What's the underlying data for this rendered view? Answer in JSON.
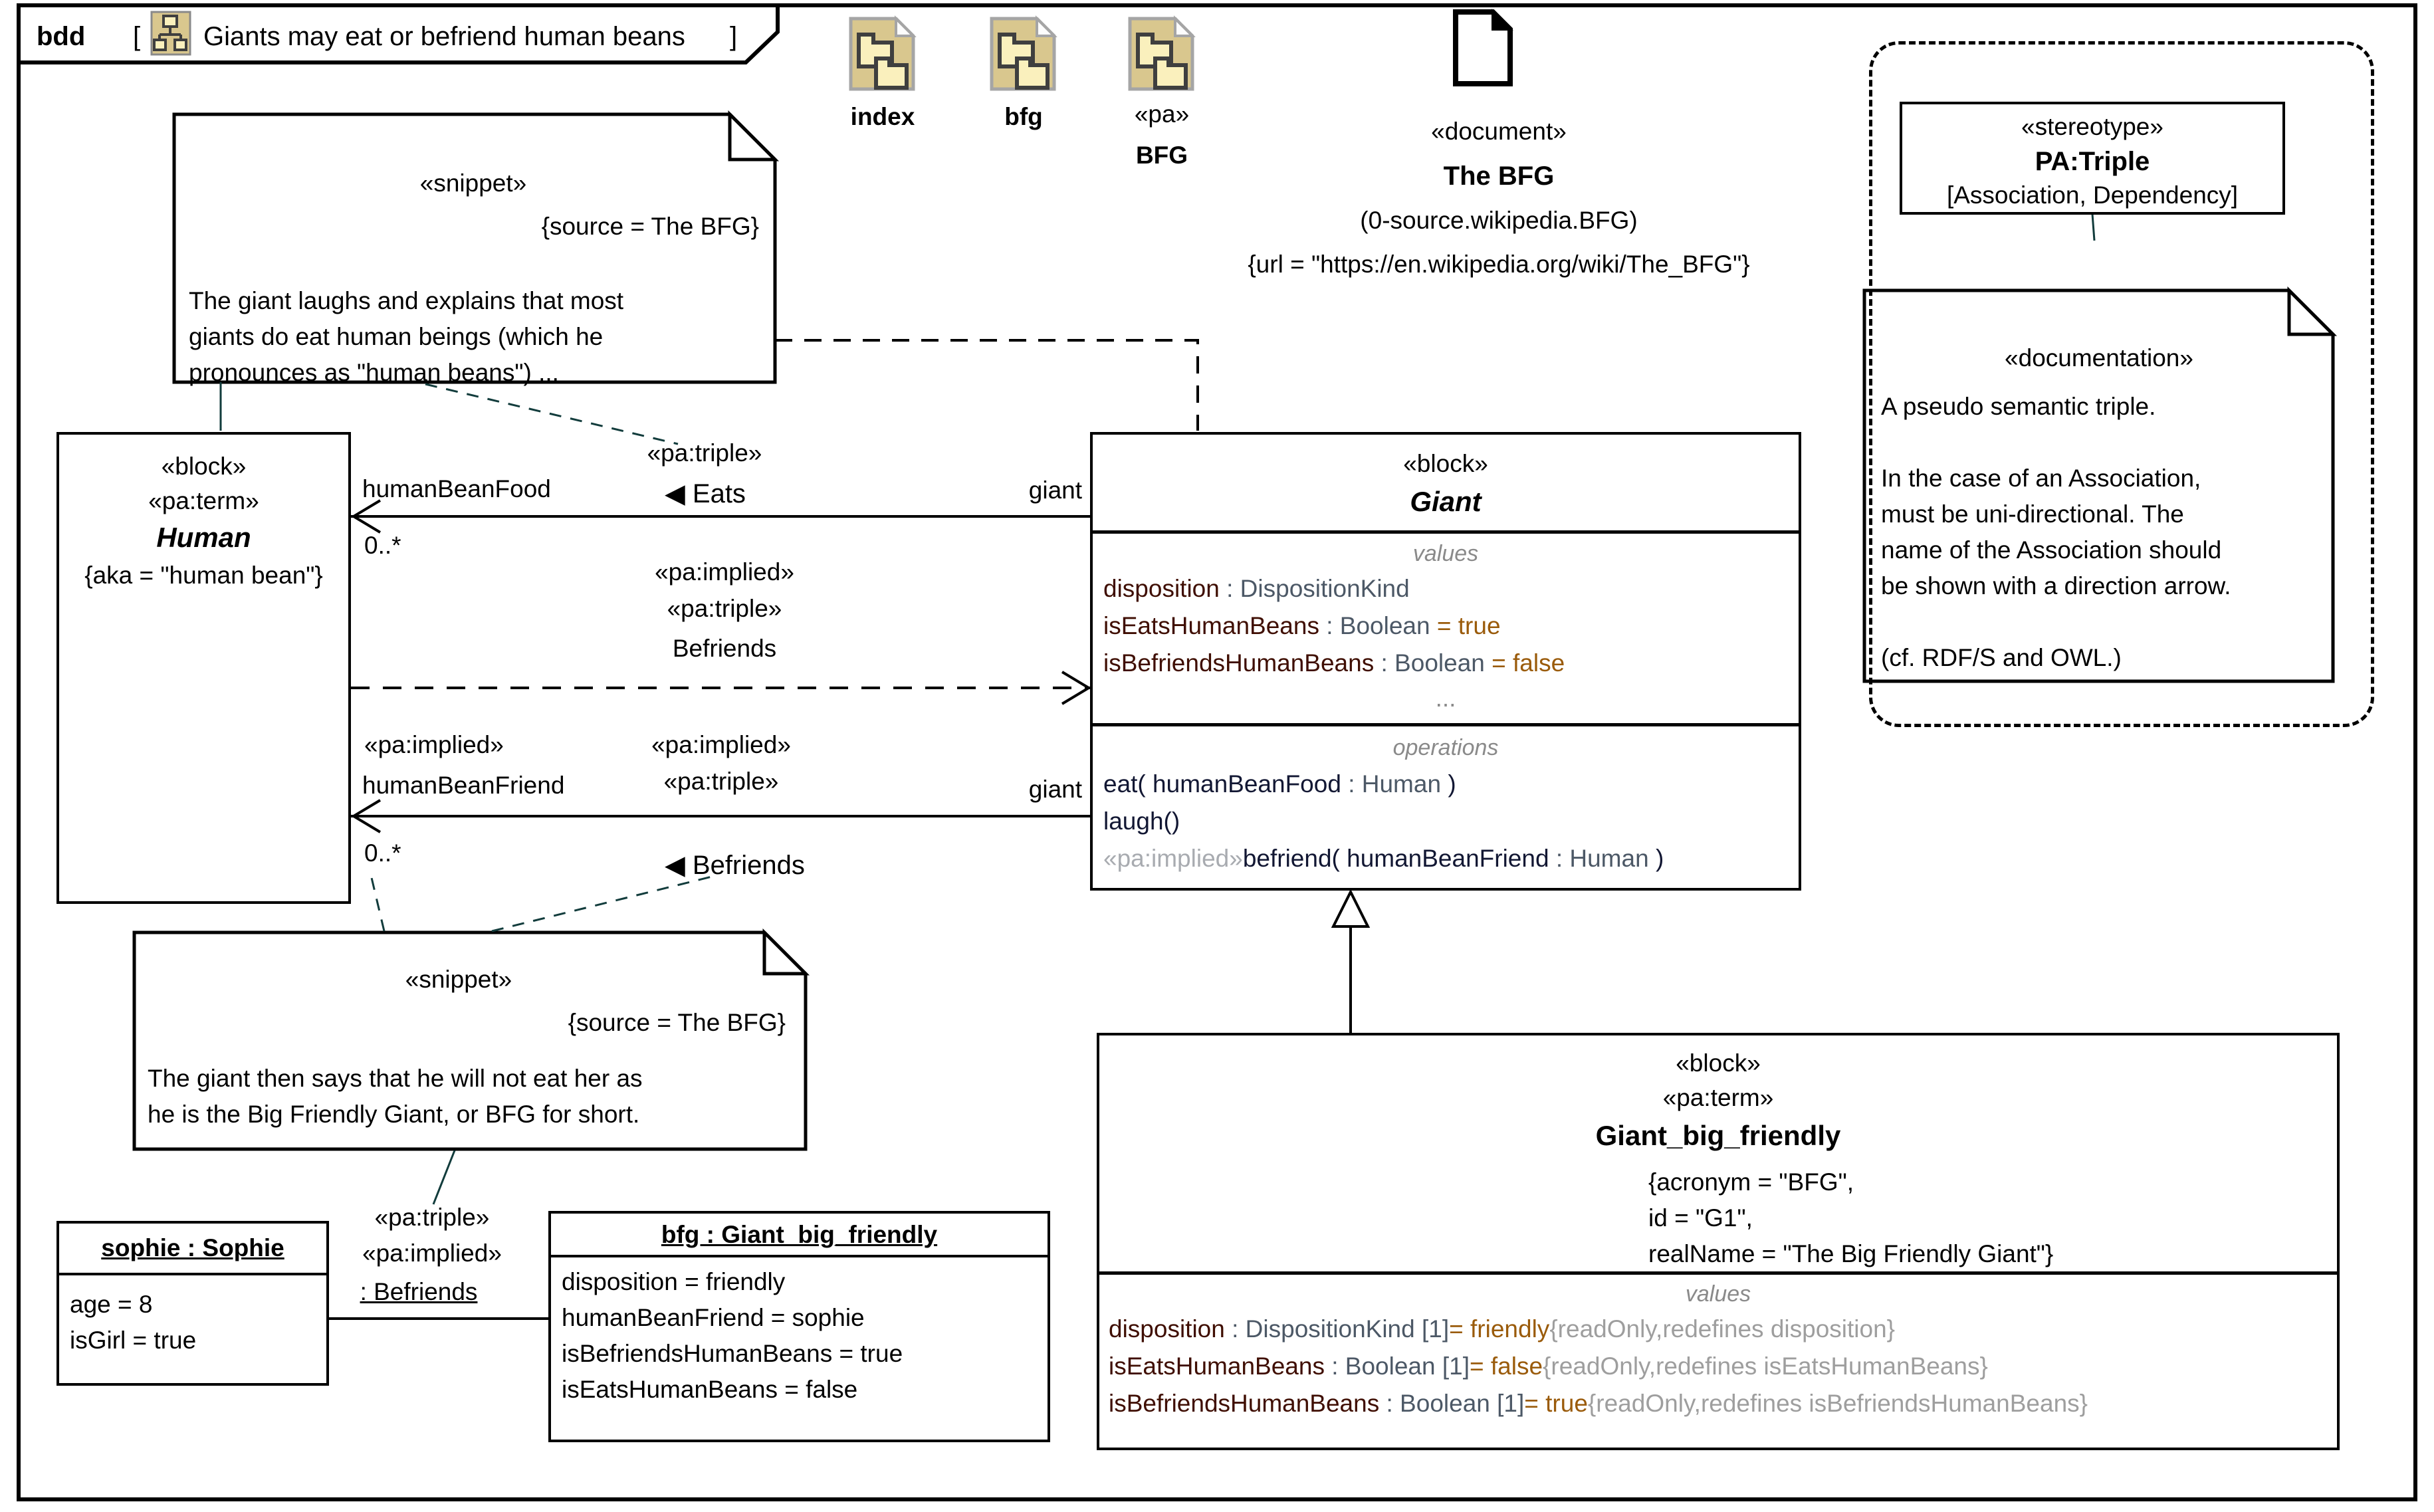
{
  "frame": {
    "kind": "bdd",
    "bracket_open": "[",
    "title": "Giants may eat or befriend human beans",
    "bracket_close": "]"
  },
  "palette": {
    "index_label": "index",
    "bfg_label": "bfg",
    "pa_stereotype": "«pa»",
    "pa_label": "BFG"
  },
  "document_artifact": {
    "stereotype": "«document»",
    "name": "The BFG",
    "qualified_name": "(0-source.wikipedia.BFG)",
    "url_constraint": "{url = \"https://en.wikipedia.org/wiki/The_BFG\"}"
  },
  "stereotype_box": {
    "stereotype": "«stereotype»",
    "name": "PA:Triple",
    "applies_to": "[Association, Dependency]"
  },
  "doc_note": {
    "stereotype": "«documentation»",
    "lines": [
      "A pseudo semantic triple.",
      "",
      "In the case of an Association,",
      "must be uni-directional. The",
      "name of the Association should",
      "be shown with a direction arrow.",
      "",
      "(cf. RDF/S and OWL.)"
    ]
  },
  "snippet_top": {
    "stereotype": "«snippet»",
    "source": "{source = The BFG}",
    "lines": [
      "The giant laughs and explains that most",
      "giants do eat human beings (which he",
      "pronounces as \"human beans\") ..."
    ]
  },
  "snippet_bottom": {
    "stereotype": "«snippet»",
    "source": "{source = The BFG}",
    "lines": [
      "The giant then says that he will not eat her as",
      "he is the Big Friendly Giant, or BFG for short."
    ]
  },
  "human_block": {
    "stereotype1": "«block»",
    "stereotype2": "«pa:term»",
    "name": "Human",
    "constraint": "{aka = \"human bean\"}"
  },
  "giant_block": {
    "stereotype": "«block»",
    "name": "Giant",
    "values_label": "values",
    "values_rows": [
      [
        {
          "t": "disposition",
          "s": "name"
        },
        {
          "t": " : DispositionKind",
          "s": "type"
        }
      ],
      [
        {
          "t": "isEatsHumanBeans",
          "s": "name"
        },
        {
          "t": " : Boolean",
          "s": "type"
        },
        {
          "t": " = true",
          "s": "val"
        }
      ],
      [
        {
          "t": "isBefriendsHumanBeans",
          "s": "name"
        },
        {
          "t": " : Boolean",
          "s": "type"
        },
        {
          "t": " = false",
          "s": "val"
        }
      ]
    ],
    "ellipsis": "...",
    "operations_label": "operations",
    "operations_rows": [
      [
        {
          "t": "eat( humanBeanFood",
          "s": "op"
        },
        {
          "t": " : Human",
          "s": "type"
        },
        {
          "t": " )",
          "s": "op"
        }
      ],
      [
        {
          "t": "laugh()",
          "s": "op"
        }
      ],
      [
        {
          "t": "«pa:implied»",
          "s": "impl"
        },
        {
          "t": "befriend( humanBeanFriend",
          "s": "op"
        },
        {
          "t": " : Human",
          "s": "type"
        },
        {
          "t": " )",
          "s": "op"
        }
      ]
    ]
  },
  "gbf_block": {
    "stereotype1": "«block»",
    "stereotype2": "«pa:term»",
    "name": "Giant_big_friendly",
    "constraint_lines": [
      "{acronym = \"BFG\",",
      "id = \"G1\",",
      "realName = \"The Big Friendly Giant\"}"
    ],
    "values_label": "values",
    "values_rows": [
      [
        {
          "t": "disposition",
          "s": "name"
        },
        {
          "t": " : DispositionKind [1]",
          "s": "type"
        },
        {
          "t": "= friendly",
          "s": "val"
        },
        {
          "t": "{readOnly,redefines disposition}",
          "s": "con"
        }
      ],
      [
        {
          "t": "isEatsHumanBeans",
          "s": "name"
        },
        {
          "t": " : Boolean [1]",
          "s": "type"
        },
        {
          "t": "= false",
          "s": "val"
        },
        {
          "t": "{readOnly,redefines isEatsHumanBeans}",
          "s": "con"
        }
      ],
      [
        {
          "t": "isBefriendsHumanBeans",
          "s": "name"
        },
        {
          "t": " : Boolean [1]",
          "s": "type"
        },
        {
          "t": "= true",
          "s": "val"
        },
        {
          "t": "{readOnly,redefines isBefriendsHumanBeans}",
          "s": "con"
        }
      ]
    ]
  },
  "assoc_eats": {
    "stereotype": "«pa:triple»",
    "direction_arrow": "◀",
    "name": "Eats",
    "role_near": "humanBeanFood",
    "mult_near": "0..*",
    "role_far": "giant"
  },
  "assoc_befriends_implied": {
    "stereotype1": "«pa:implied»",
    "stereotype2": "«pa:triple»",
    "name": "Befriends"
  },
  "assoc_friend": {
    "stereotype_left": "«pa:implied»",
    "stereotype1": "«pa:implied»",
    "stereotype2": "«pa:triple»",
    "role_near": "humanBeanFriend",
    "mult_near": "0..*",
    "role_far": "giant",
    "direction_arrow": "◀",
    "name": "Befriends"
  },
  "instance_sophie": {
    "title": "sophie : Sophie",
    "slots": [
      "age = 8",
      "isGirl = true"
    ]
  },
  "instance_bfg": {
    "title": "bfg : Giant_big_friendly",
    "slots": [
      "disposition = friendly",
      "humanBeanFriend = sophie",
      "isBefriendsHumanBeans = true",
      "isEatsHumanBeans = false"
    ]
  },
  "instance_link": {
    "stereotype1": "«pa:triple»",
    "stereotype2": "«pa:implied»",
    "name": ": Befriends"
  },
  "colors": {
    "property_name": "#3f0e02",
    "property_type": "#4c5866",
    "default_value": "#9a5b0b",
    "constraint_gray": "#9e9e9e",
    "operation_text": "#121733",
    "implied_gray": "#a8abb0",
    "compartment_label": "#8a8a8a",
    "icon_tan": "#d9c78e",
    "icon_inner": "#fdf6d0",
    "anchor_line": "#123c3c"
  }
}
